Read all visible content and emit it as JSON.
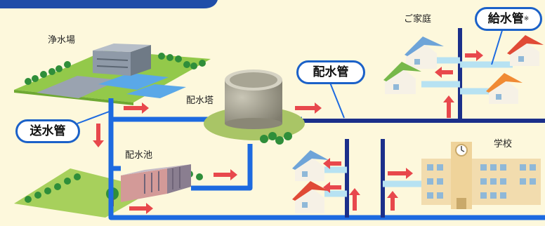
{
  "labels": {
    "purification_plant": "浄水場",
    "water_tower": "配水塔",
    "reservoir": "配水池",
    "homes": "ご家庭",
    "school": "学校"
  },
  "callouts": {
    "transmission_pipe": "送水管",
    "distribution_pipe": "配水管",
    "service_pipe": "給水管",
    "service_pipe_mark": "※"
  },
  "colors": {
    "background": "#fdf8dc",
    "pipe_main": "#1d6ae0",
    "pipe_dark": "#1b2f8a",
    "pipe_light": "#b7e2f2",
    "arrow": "#e8484c",
    "callout_border": "#1b61c8"
  }
}
